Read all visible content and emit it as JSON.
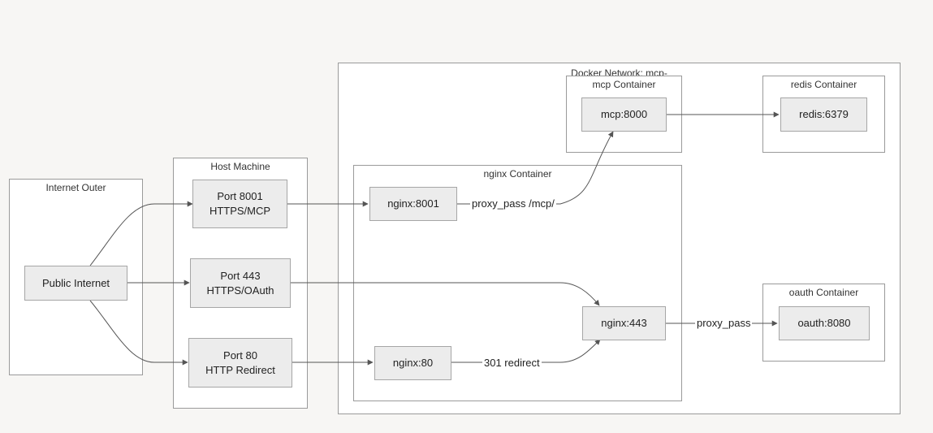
{
  "clusters": {
    "internet_outer": "Internet Outer",
    "host_machine": "Host Machine",
    "docker_network": "Docker Network: mcp-",
    "mcp_container": "mcp Container",
    "redis_container": "redis Container",
    "nginx_container": "nginx Container",
    "oauth_container": "oauth Container"
  },
  "nodes": {
    "public_internet": "Public Internet",
    "port_8001": {
      "line1": "Port 8001",
      "line2": "HTTPS/MCP"
    },
    "port_443": {
      "line1": "Port 443",
      "line2": "HTTPS/OAuth"
    },
    "port_80": {
      "line1": "Port 80",
      "line2": "HTTP Redirect"
    },
    "nginx_8001": "nginx:8001",
    "nginx_443": "nginx:443",
    "nginx_80": "nginx:80",
    "mcp_8000": "mcp:8000",
    "redis_6379": "redis:6379",
    "oauth_8080": "oauth:8080"
  },
  "edge_labels": {
    "proxy_mcp": "proxy_pass /mcp/",
    "redirect_301": "301 redirect",
    "proxy_oauth": "proxy_pass"
  },
  "colors": {
    "edge": "#555555",
    "node_fill": "#ececec",
    "cluster_border": "#9a9a9a"
  }
}
